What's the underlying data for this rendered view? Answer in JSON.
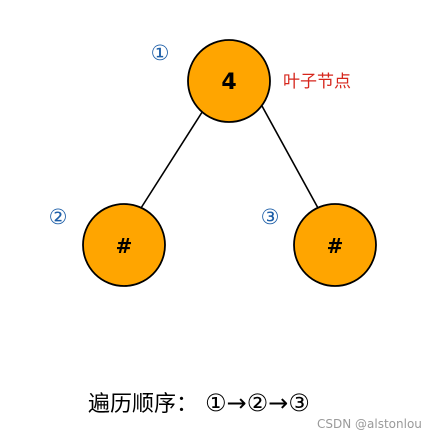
{
  "diagram": {
    "nodes": [
      {
        "id": "root",
        "value": "4",
        "marker": "①"
      },
      {
        "id": "left",
        "value": "#",
        "marker": "②"
      },
      {
        "id": "right",
        "value": "#",
        "marker": "③"
      }
    ],
    "edges": [
      {
        "from": "root",
        "to": "left"
      },
      {
        "from": "root",
        "to": "right"
      }
    ],
    "annotation": "叶子节点",
    "traversal_label": "遍历顺序：",
    "traversal_sequence": "①→②→③",
    "watermark": "CSDN @alstonlou"
  },
  "colors": {
    "node_fill": "#FFA500",
    "node_stroke": "#000000",
    "edge": "#000000",
    "annotation": "#D6261C",
    "marker": "#1E5FA8",
    "text": "#000000",
    "watermark": "#9A9A9A"
  }
}
